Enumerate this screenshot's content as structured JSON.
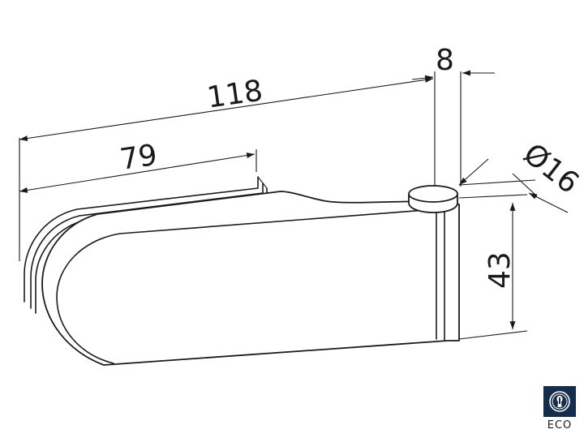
{
  "dimensions": {
    "total_length": "118",
    "glass_clamp_length": "79",
    "pin_offset": "8",
    "pin_diameter": "Ø16",
    "height": "43"
  },
  "badge": {
    "label": "ECO",
    "icon": "eco-lock-icon",
    "color": "#132d4a"
  }
}
